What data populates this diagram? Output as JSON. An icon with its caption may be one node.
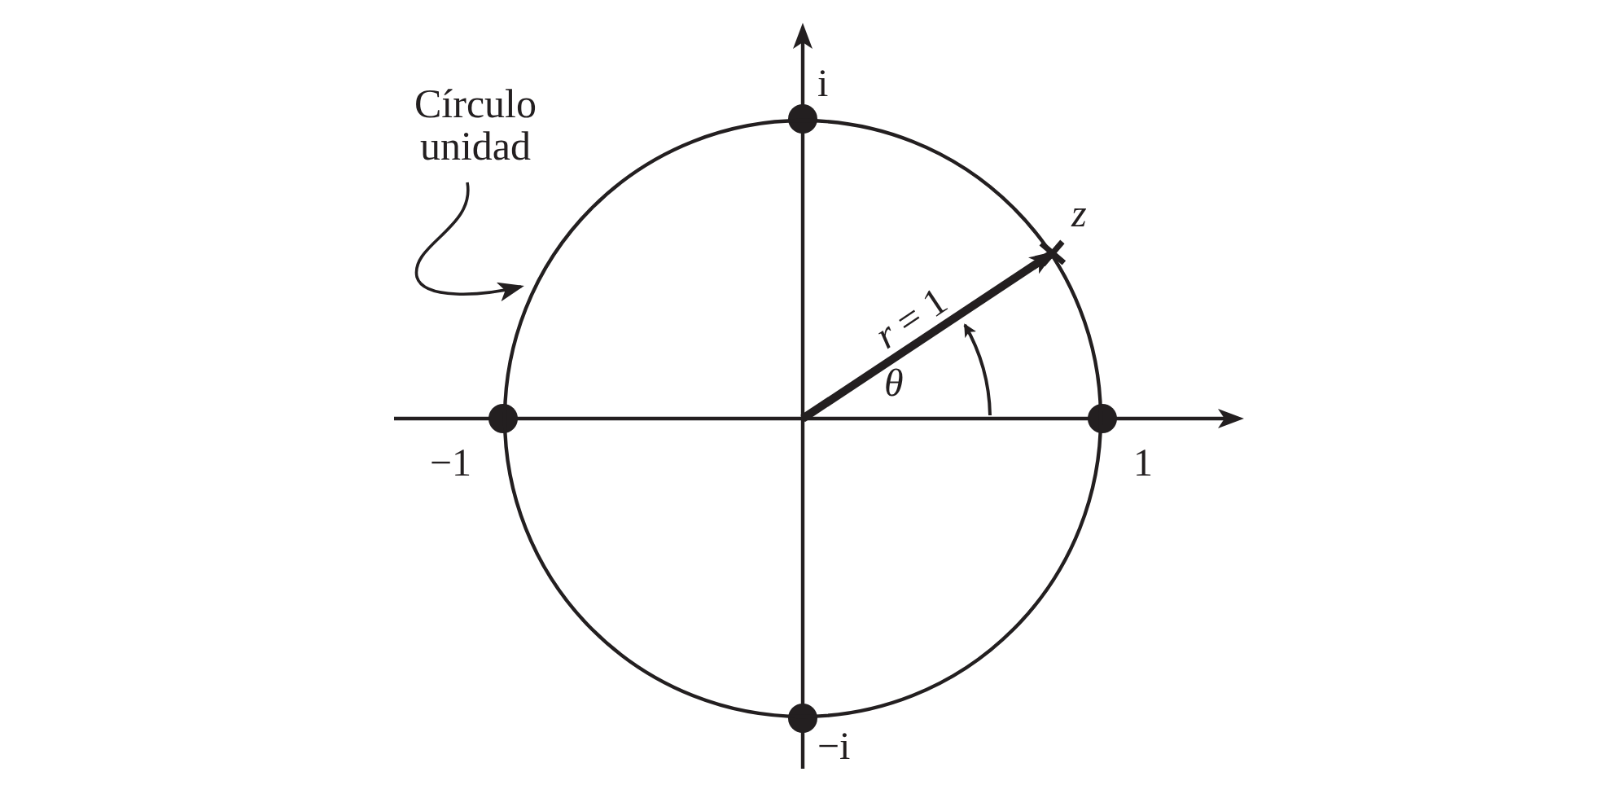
{
  "diagram": {
    "nodes": [
      {
        "text": [
          "Círculo unidad"
        ]
      },
      {
        "text": [],
        "shape": "circle"
      }
    ],
    "edges": [
      {
        "from": 0,
        "to": 1,
        "arrow": "to"
      },
      {
        "from": null,
        "to": 1,
        "arrow": "to",
        "label": "*r* = 1",
        "style": "thick"
      }
    ],
    "labels": [
      "i",
      "z",
      "θ",
      "−1",
      "1",
      "−i"
    ]
  }
}
